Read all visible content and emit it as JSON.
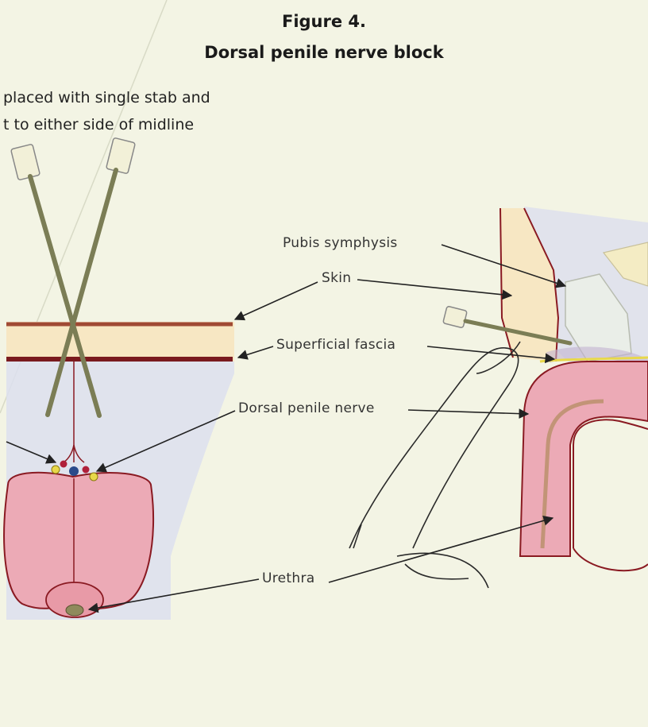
{
  "figure": {
    "title": "Figure 4.",
    "subtitle": "Dorsal penile nerve block"
  },
  "caption": {
    "line1": "placed with single stab and",
    "line2": "t to either side of midline"
  },
  "labels": {
    "pubis_symphysis": "Pubis symphysis",
    "skin": "Skin",
    "superficial_fascia": "Superficial fascia",
    "dorsal_penile_nerve": "Dorsal penile nerve",
    "urethra": "Urethra"
  },
  "colors": {
    "background": "#f3f4e4",
    "tissue_pink": "#ecaab6",
    "outline_red": "#8a1a22",
    "fascia_band": "#f7e7c3",
    "needle": "#7b7d55",
    "nerve_yellow": "#e8d84a",
    "vessel_blue": "#2a4a8a",
    "vessel_red": "#b0203a",
    "fat_blue": "#dcdfee"
  }
}
